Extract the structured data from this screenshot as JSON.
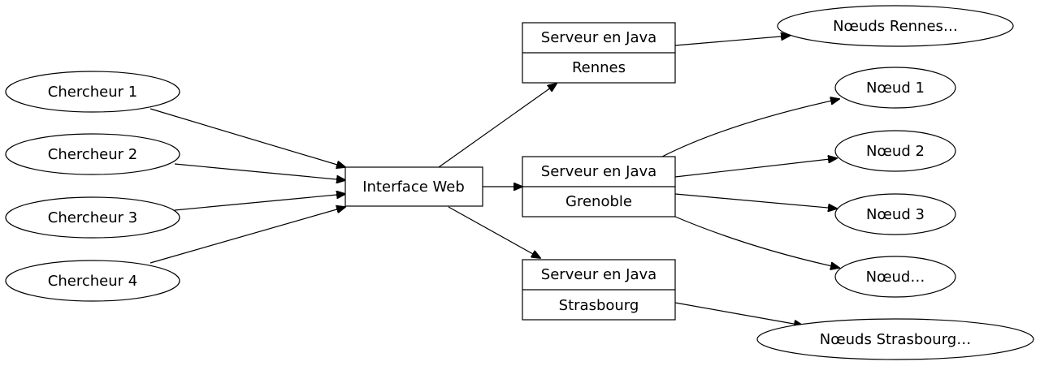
{
  "diagram": {
    "researchers": [
      "Chercheur 1",
      "Chercheur 2",
      "Chercheur 3",
      "Chercheur 4"
    ],
    "interface": "Interface Web",
    "servers": [
      {
        "title": "Serveur en Java",
        "site": "Rennes"
      },
      {
        "title": "Serveur en Java",
        "site": "Grenoble"
      },
      {
        "title": "Serveur en Java",
        "site": "Strasbourg"
      }
    ],
    "nodes": {
      "rennes": "Nœuds Rennes…",
      "grenoble": [
        "Nœud 1",
        "Nœud 2",
        "Nœud 3",
        "Nœud…"
      ],
      "strasbourg": "Nœuds Strasbourg…"
    }
  }
}
